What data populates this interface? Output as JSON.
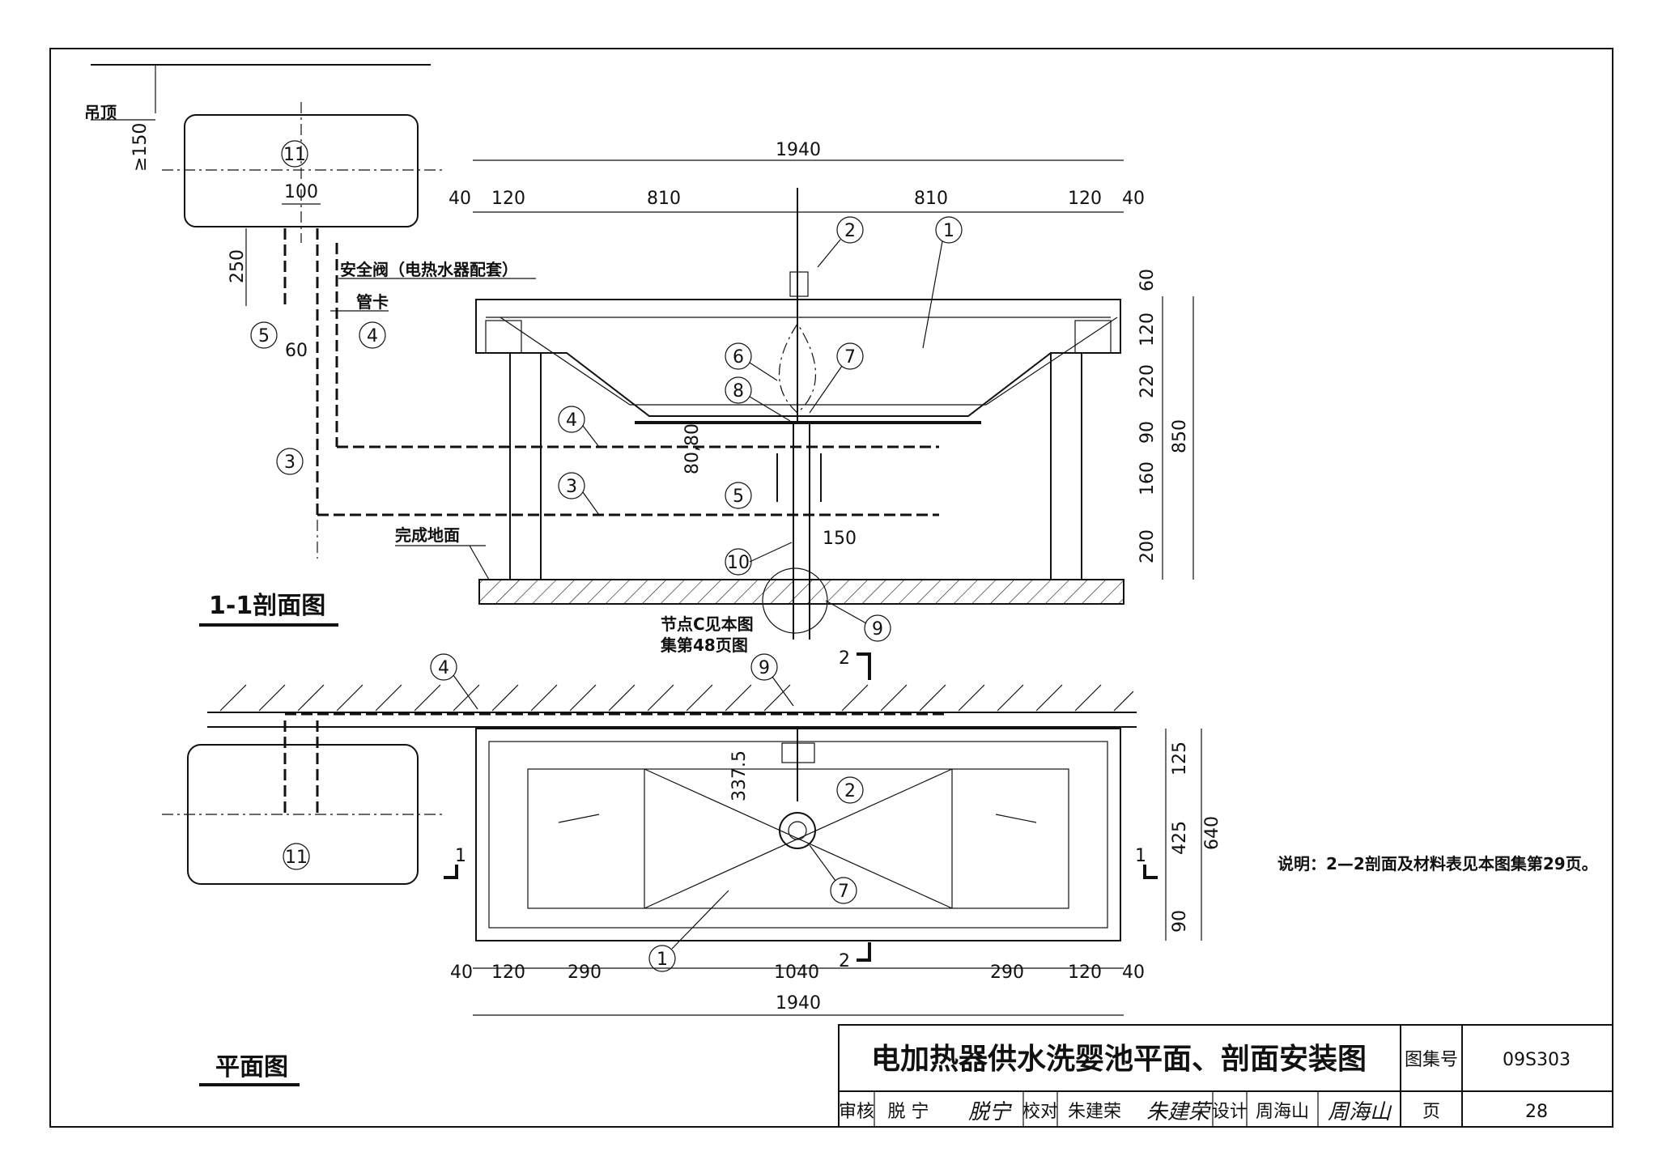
{
  "drawing": {
    "title": "电加热器供水洗婴池平面、剖面安装图",
    "atlas_label": "图集号",
    "atlas_no": "09S303",
    "page_label": "页",
    "page_no": "28",
    "reviewer_label": "审核",
    "reviewer": "脱 宁",
    "checker_label": "校对",
    "checker": "朱建荣",
    "designer_label": "设计",
    "designer": "周海山"
  },
  "section_view": {
    "heading": "1-1剖面图",
    "ceiling": "吊顶",
    "gap_min": "≥150",
    "heater_id": "11",
    "dim_100": "100",
    "dim_250": "250",
    "dim_60": "60",
    "safety_valve": "安全阀（电热水器配套）",
    "pipe_clamp": "管卡",
    "finished_floor": "完成地面",
    "node_note_1": "节点C见本图",
    "node_note_2": "集第48页图",
    "top_dims": [
      "40",
      "120",
      "810",
      "810",
      "120",
      "40"
    ],
    "overall": "1940",
    "right_dims": [
      "60",
      "120",
      "220",
      "90",
      "160",
      "200"
    ],
    "height_total": "850",
    "dim_80_80": "80,80",
    "dim_150": "150"
  },
  "plan_view": {
    "heading": "平面图",
    "bottom_dims": [
      "40",
      "120",
      "290",
      "1040",
      "290",
      "120",
      "40"
    ],
    "overall": "1940",
    "right_dims": [
      "125",
      "425",
      "90"
    ],
    "depth_total": "640",
    "dim_337_5": "337.5",
    "section_1": "1",
    "section_2": "2"
  },
  "note": "说明：2—2剖面及材料表见本图集第29页。",
  "callouts": [
    "1",
    "2",
    "3",
    "4",
    "5",
    "6",
    "7",
    "8",
    "9",
    "10",
    "11"
  ]
}
